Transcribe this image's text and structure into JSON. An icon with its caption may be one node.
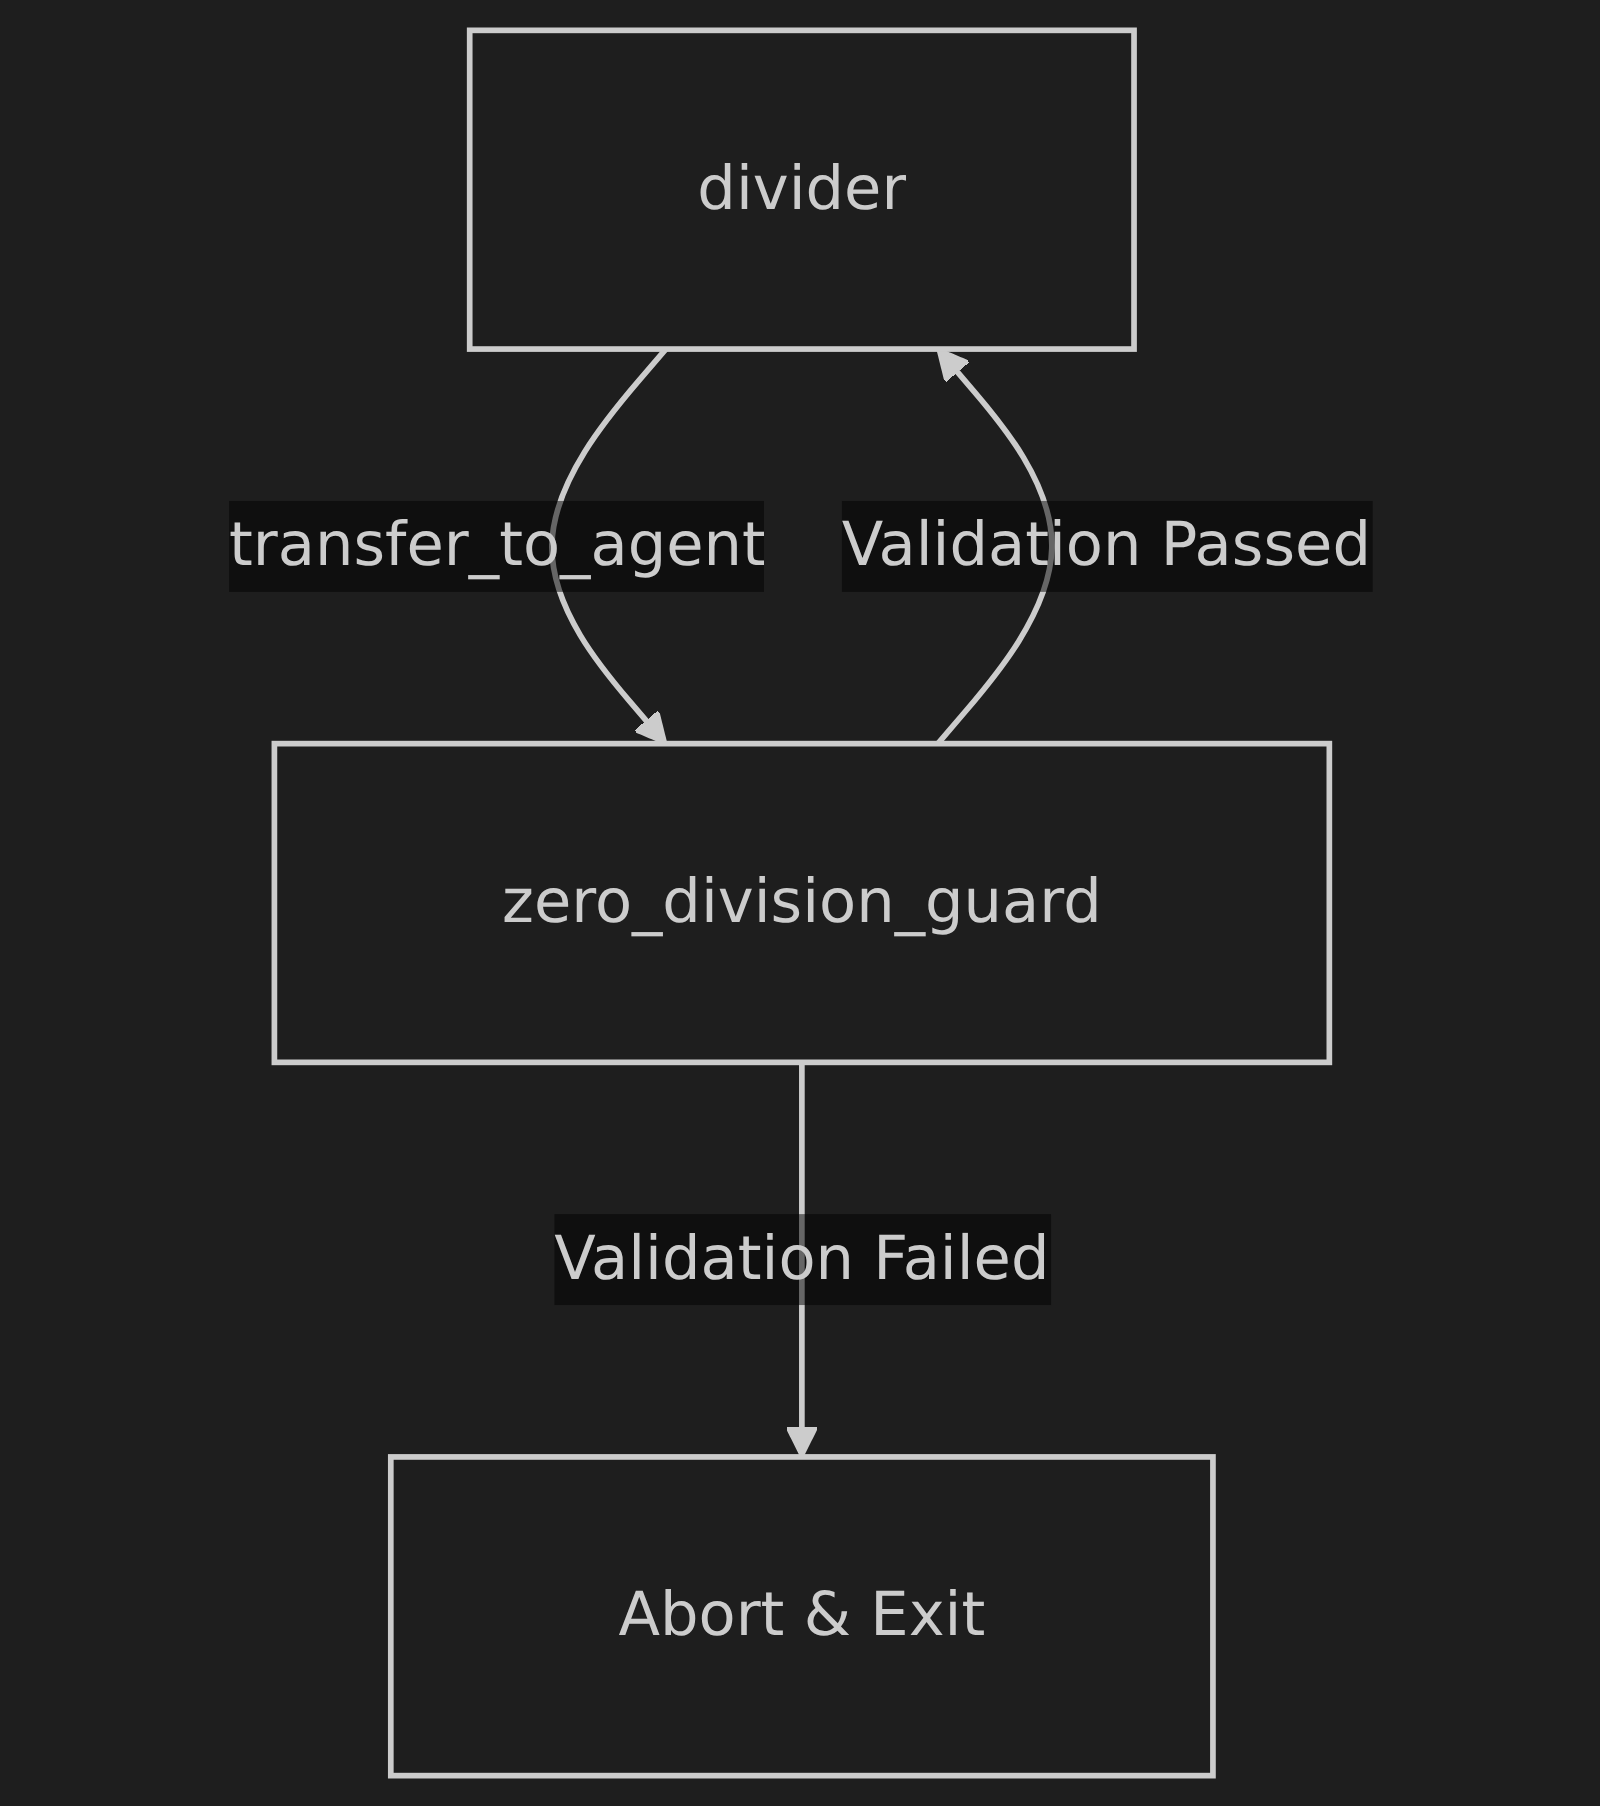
{
  "diagram": {
    "nodes": [
      {
        "text": [
          "divider"
        ]
      },
      {
        "text": [
          "zero_division_guard"
        ]
      },
      {
        "text": [
          "Abort & Exit"
        ]
      }
    ],
    "edges": [
      {
        "from": 0,
        "to": 1,
        "arrow": "to",
        "label": "transfer_to_agent"
      },
      {
        "from": 1,
        "to": 0,
        "arrow": "to",
        "label": "Validation Passed"
      },
      {
        "from": 1,
        "to": 2,
        "arrow": "to",
        "label": "Validation Failed"
      }
    ]
  }
}
